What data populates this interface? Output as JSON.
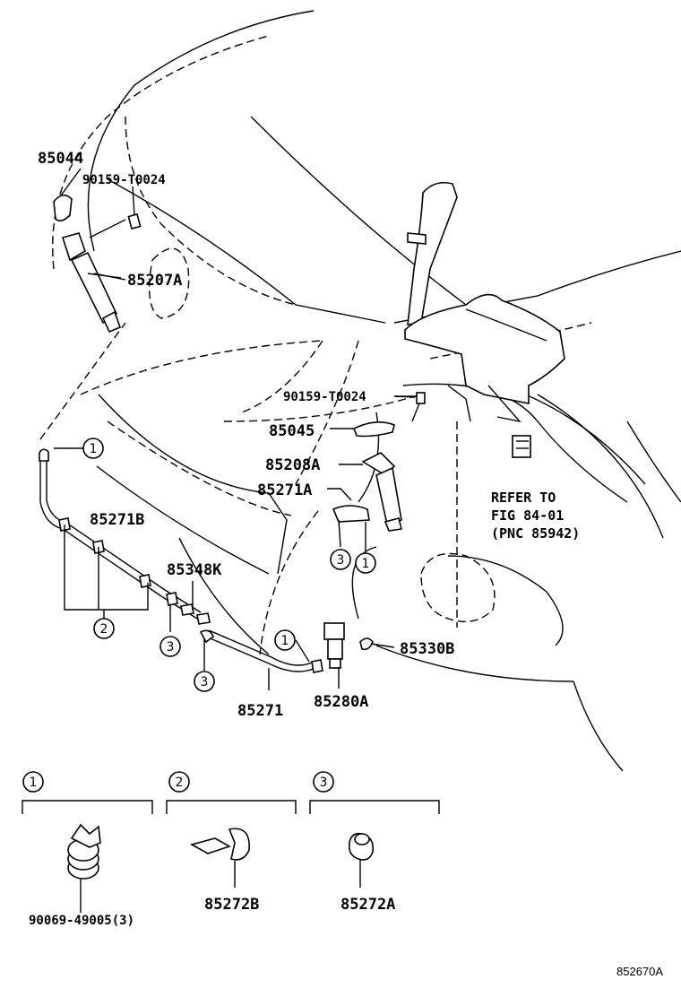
{
  "labels": {
    "p85044": "85044",
    "p90159_top": "90159-T0024",
    "p85207A": "85207A",
    "p90159_mid": "90159-T0024",
    "p85045": "85045",
    "p85208A": "85208A",
    "p85271A": "85271A",
    "p85271B": "85271B",
    "p85348K": "85348K",
    "p85330B": "85330B",
    "p85271": "85271",
    "p85280A": "85280A"
  },
  "refer": {
    "line1": "REFER TO",
    "line2": "FIG 84-01",
    "line3": "(PNC 85942)"
  },
  "callouts": {
    "c1": "1",
    "c2": "2",
    "c3": "3"
  },
  "legend": {
    "items": [
      {
        "num": "1",
        "part": "90069-49005(3)"
      },
      {
        "num": "2",
        "part": "85272B"
      },
      {
        "num": "3",
        "part": "85272A"
      }
    ]
  },
  "figure_id": "852670A"
}
